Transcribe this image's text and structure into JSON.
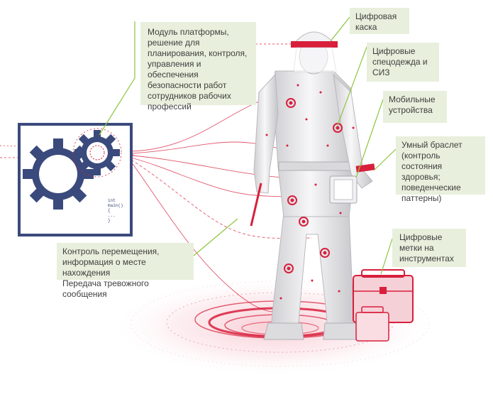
{
  "labels": {
    "platform": "Модуль платформы,\nрешение для\nпланирования, контроля,\nуправления и обеспечения\nбезопасности работ\nсотрудников рабочих\nпрофессий",
    "helmet": "Цифровая\nкаска",
    "clothing": "Цифровые\nспецодежда и\nСИЗ",
    "mobile": "Мобильные\nустройства",
    "bracelet": "Умный браслет\n(контроль состояния\nздоровья;\nповеденческие\nпаттерны)",
    "tags": "Цифровые\nметки на\nинструментах",
    "control": "Контроль перемещения,\nинформация о месте нахождения\nПередача тревожного сообщения"
  },
  "code_snippet": [
    "int",
    "main()",
    "{",
    "...",
    "}"
  ],
  "colors": {
    "accent": "#d81f3c",
    "label_bg": "#e8efdc",
    "leader": "#8dc63f",
    "frame": "#3a4a7c",
    "text": "#3f3f3f"
  },
  "icons": [
    "gears-icon",
    "worker-figure",
    "toolbox-icon",
    "platform-rings"
  ]
}
